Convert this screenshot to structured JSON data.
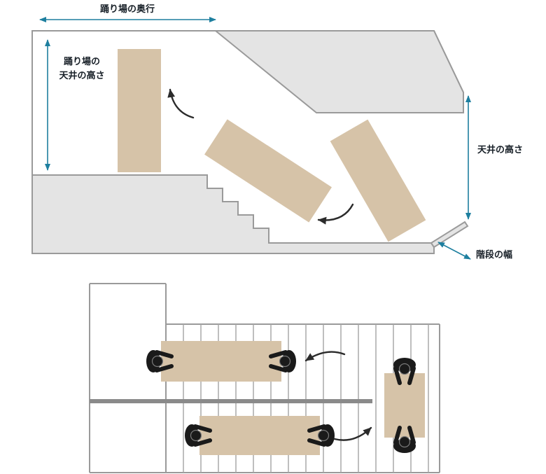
{
  "colors": {
    "box": "#d6c3a8",
    "slab": "#e4e4e4",
    "outline": "#9a9a9a",
    "tread": "#a8a8a8",
    "divider": "#8a8a8a",
    "dimension": "#1e7f9f",
    "text": "#182028",
    "rotate": "#2b2b2b",
    "person": "#1a1a1a"
  },
  "section_view": {
    "labels": {
      "landing_depth": "踊り場の奥行",
      "landing_ceiling_height_line1": "踊り場の",
      "landing_ceiling_height_line2": "天井の高さ",
      "ceiling_height": "天井の高さ",
      "stair_width": "階段の幅"
    }
  }
}
